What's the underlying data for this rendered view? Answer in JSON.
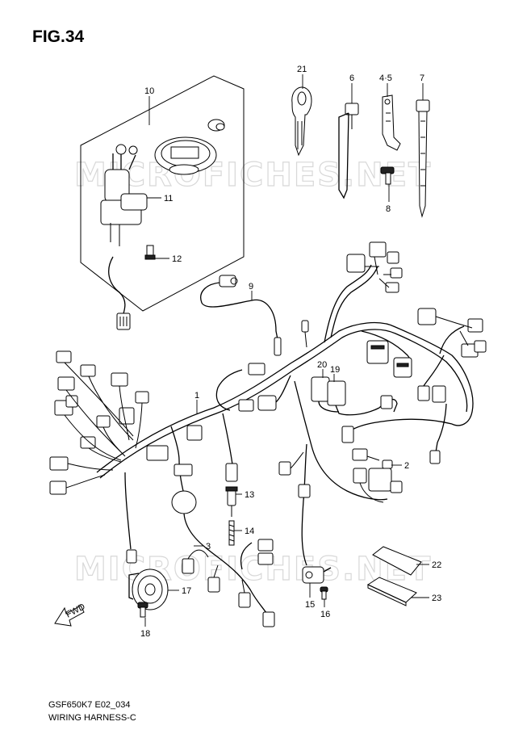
{
  "figure": {
    "title": "FIG.34",
    "model_code": "GSF650K7 E02_034",
    "caption": "WIRING HARNESS-C"
  },
  "watermark": {
    "text": "MICROFICHES.NET"
  },
  "fwd_label": "FWD",
  "callouts": [
    {
      "id": "c21",
      "label": "21"
    },
    {
      "id": "c6",
      "label": "6"
    },
    {
      "id": "c45",
      "label": "4·5"
    },
    {
      "id": "c7",
      "label": "7"
    },
    {
      "id": "c10",
      "label": "10"
    },
    {
      "id": "c11",
      "label": "11"
    },
    {
      "id": "c12",
      "label": "12"
    },
    {
      "id": "c8",
      "label": "8"
    },
    {
      "id": "c9",
      "label": "9"
    },
    {
      "id": "c1",
      "label": "1"
    },
    {
      "id": "c20",
      "label": "20"
    },
    {
      "id": "c19",
      "label": "19"
    },
    {
      "id": "c2",
      "label": "2"
    },
    {
      "id": "c13",
      "label": "13"
    },
    {
      "id": "c14",
      "label": "14"
    },
    {
      "id": "c3",
      "label": "3"
    },
    {
      "id": "c22",
      "label": "22"
    },
    {
      "id": "c23",
      "label": "23"
    },
    {
      "id": "c17",
      "label": "17"
    },
    {
      "id": "c18",
      "label": "18"
    },
    {
      "id": "c15",
      "label": "15"
    },
    {
      "id": "c16",
      "label": "16"
    }
  ]
}
